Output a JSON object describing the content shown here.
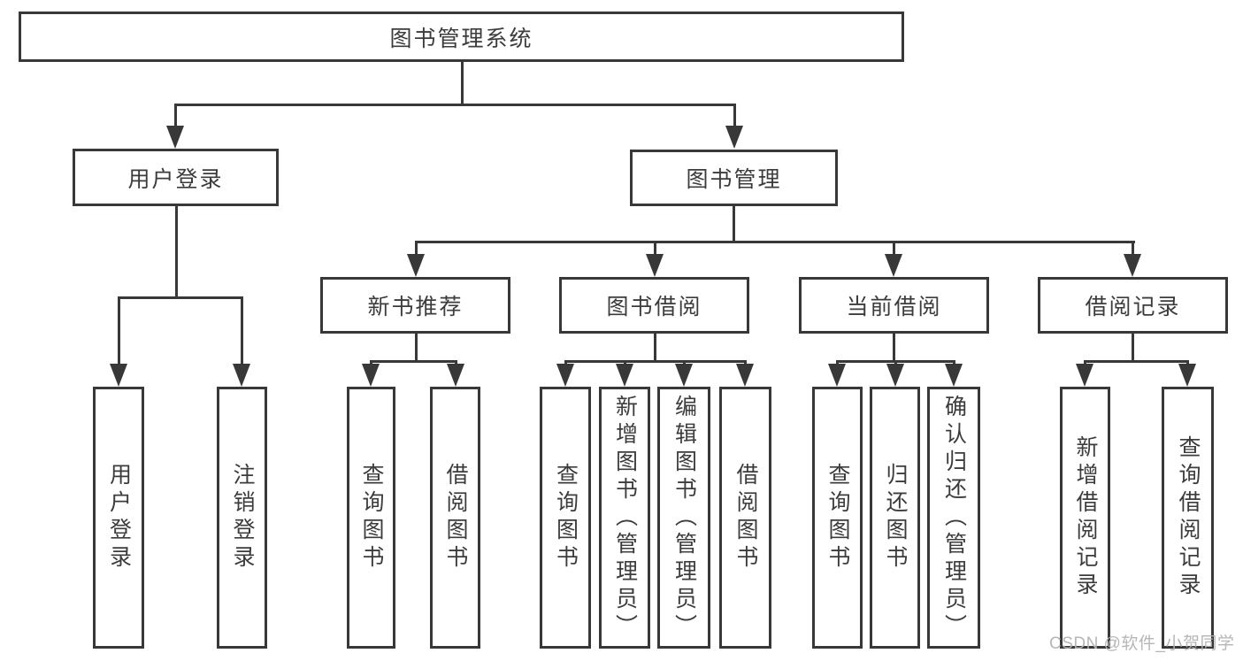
{
  "diagram": {
    "root": {
      "label": "图书管理系统"
    },
    "branches": [
      {
        "label": "用户登录",
        "children": [
          "用户登录",
          "注销登录"
        ]
      },
      {
        "label": "图书管理",
        "groups": [
          {
            "label": "新书推荐",
            "children": [
              "查询图书",
              "借阅图书"
            ]
          },
          {
            "label": "图书借阅",
            "children": [
              "查询图书",
              "新增图书（管理员）",
              "编辑图书（管理员）",
              "借阅图书"
            ]
          },
          {
            "label": "当前借阅",
            "children": [
              "查询图书",
              "归还图书",
              "确认归还（管理员）"
            ]
          },
          {
            "label": "借阅记录",
            "children": [
              "新增借阅记录",
              "查询借阅记录"
            ]
          }
        ]
      }
    ]
  },
  "watermark": {
    "text": "CSDN @软件_小贺同学",
    "color": "#b2b2b2"
  },
  "style": {
    "line_color": "#383838",
    "text_color": "#3c3c3c",
    "background": "#ffffff"
  }
}
